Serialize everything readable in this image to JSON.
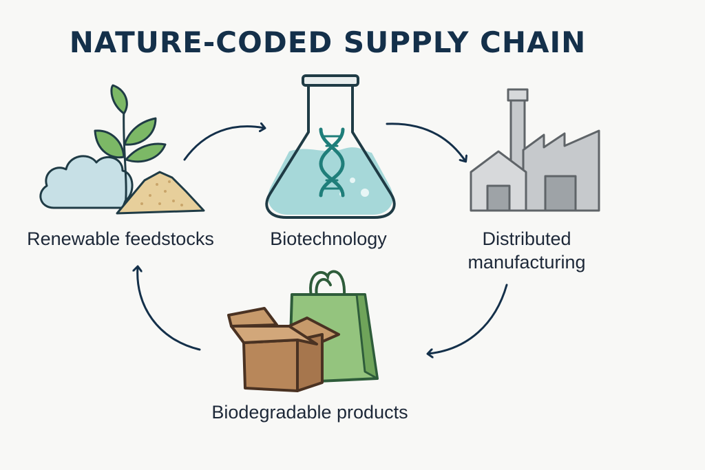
{
  "diagram": {
    "title": "NATURE-CODED SUPPLY CHAIN",
    "nodes": [
      {
        "id": "feedstocks",
        "label": "Renewable feedstocks",
        "icon": "plant-cloud-sand-icon"
      },
      {
        "id": "biotech",
        "label": "Biotechnology",
        "icon": "flask-dna-icon"
      },
      {
        "id": "manufacturing",
        "label": "Distributed manufacturing",
        "icon": "factory-icon"
      },
      {
        "id": "products",
        "label": "Biodegradable products",
        "icon": "box-bag-icon"
      }
    ],
    "edges": [
      {
        "from": "feedstocks",
        "to": "biotech"
      },
      {
        "from": "biotech",
        "to": "manufacturing"
      },
      {
        "from": "manufacturing",
        "to": "products"
      },
      {
        "from": "products",
        "to": "feedstocks"
      }
    ],
    "colors": {
      "title": "#14304a",
      "outline": "#1f3b45",
      "leaf": "#7cb866",
      "cloud": "#c7e0e6",
      "sand": "#e7cf9b",
      "liquid": "#a6d8d9",
      "dna": "#1f7e7a",
      "factory": "#c6c9cc",
      "box": "#b8875a",
      "bag": "#94c47e",
      "arrow": "#14304a"
    }
  }
}
